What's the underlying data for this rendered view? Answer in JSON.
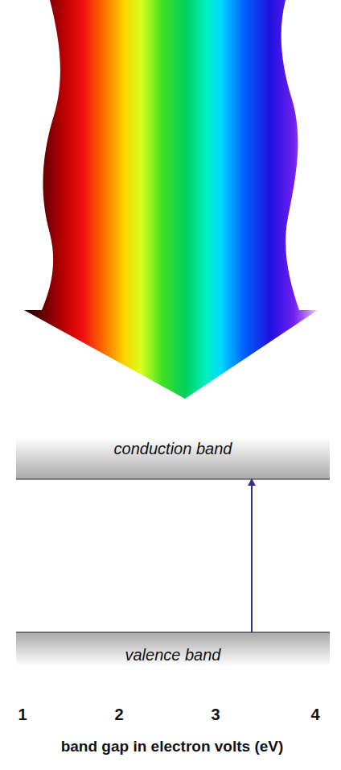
{
  "diagram": {
    "nodes": [
      {
        "text": [
          "conduction band"
        ]
      },
      {
        "text": [
          "valence band"
        ]
      }
    ],
    "edges": [
      {
        "from": 1,
        "to": 0,
        "arrow": "to"
      }
    ],
    "labels": [
      "1",
      "2",
      "3",
      "4",
      "band gap in electron volts (eV)"
    ]
  }
}
